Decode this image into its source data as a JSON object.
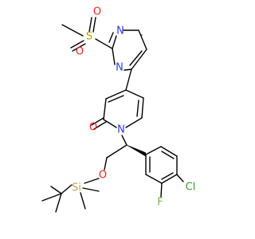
{
  "atoms": {
    "o_sulfonyl_top": {
      "text": "O",
      "color": "#e8221b"
    },
    "o_sulfonyl_left": {
      "text": "O",
      "color": "#e8221b"
    },
    "s_sulfonyl": {
      "text": "S",
      "color": "#b8a100"
    },
    "n_pyrimidine_1": {
      "text": "N",
      "color": "#2b3fe0"
    },
    "n_pyrimidine_3": {
      "text": "N",
      "color": "#2b3fe0"
    },
    "o_carbonyl": {
      "text": "O",
      "color": "#e8221b"
    },
    "n_pyridinone": {
      "text": "N",
      "color": "#2b3fe0"
    },
    "o_ether": {
      "text": "O",
      "color": "#e8221b"
    },
    "si": {
      "text": "Si",
      "color": "#c99e54"
    },
    "cl": {
      "text": "Cl",
      "color": "#2f9e2a"
    },
    "f": {
      "text": "F",
      "color": "#7fb53f"
    }
  }
}
